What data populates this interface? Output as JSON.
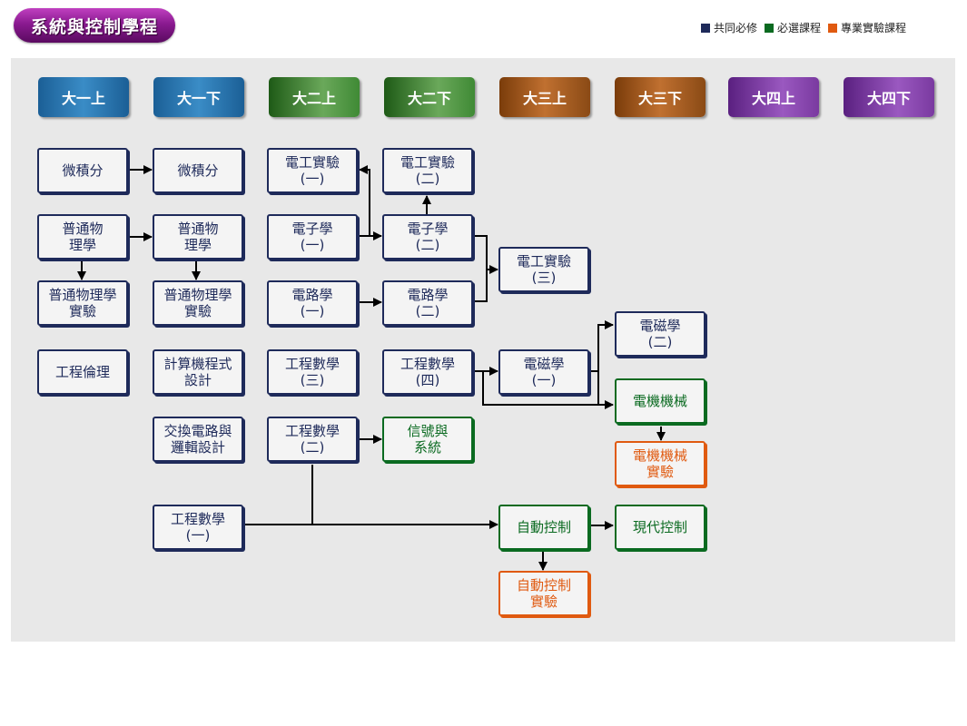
{
  "title": "系統與控制學程",
  "colors": {
    "required": "#1e2a5a",
    "elective_required": "#0a6a20",
    "lab": "#e05a10"
  },
  "legend": [
    {
      "label": "共同必修",
      "color": "#1e2a5a"
    },
    {
      "label": "必選課程",
      "color": "#0a6a20"
    },
    {
      "label": "專業實驗課程",
      "color": "#e05a10"
    }
  ],
  "semesters": [
    "大一上",
    "大一下",
    "大二上",
    "大二下",
    "大三上",
    "大三下",
    "大四上",
    "大四下"
  ],
  "courses": {
    "calc1": "微積分",
    "calc2": "微積分",
    "phys1": "普通物\n理學",
    "phys2": "普通物\n理學",
    "physlab1": "普通物理學\n實驗",
    "physlab2": "普通物理學\n實驗",
    "ethics": "工程倫理",
    "prog": "計算機程式\n設計",
    "switching": "交換電路與\n邏輯設計",
    "engmath1": "工程數學\n(一)",
    "eelab1": "電工實驗\n(一)",
    "elec1": "電子學\n(一)",
    "circ1": "電路學\n(一)",
    "engmath3": "工程數學\n(三)",
    "engmath2": "工程數學\n(二)",
    "eelab2": "電工實驗\n(二)",
    "elec2": "電子學\n(二)",
    "circ2": "電路學\n(二)",
    "engmath4": "工程數學\n(四)",
    "signals": "信號與\n系統",
    "eelab3": "電工實驗\n(三)",
    "em1": "電磁學\n(一)",
    "autoctrl": "自動控制",
    "autoctrllab": "自動控制\n實驗",
    "em2": "電磁學\n(二)",
    "machinery": "電機機械",
    "machlab": "電機機械\n實驗",
    "modernctrl": "現代控制"
  }
}
